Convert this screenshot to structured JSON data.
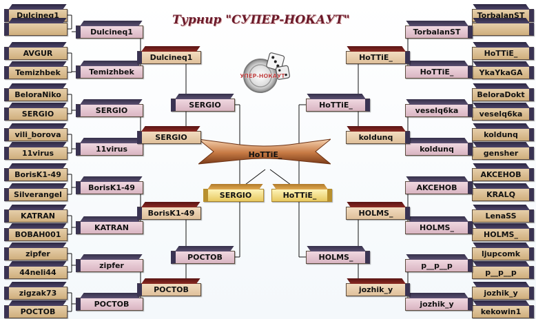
{
  "title": "Турнир \"СУПЕР-НОКАУТ\"",
  "logo_text": "СУПЕР-НОКАУТ",
  "champion": "HoTTiE_",
  "final": {
    "left": "SERGIO",
    "right": "HoTTiE_"
  },
  "left": {
    "r1": [
      "Dulcineq1",
      "",
      "AVGUR",
      "Temizhbek",
      "BeloraNiko",
      "SERGIO",
      "vili_borova",
      "11virus",
      "BorisK1-49",
      "Silverangel",
      "KATRAN",
      "BOBAH001",
      "zipfer",
      "44neli44",
      "zigzak73",
      "POCTOB"
    ],
    "r2": [
      "Dulcineq1",
      "Temizhbek",
      "SERGIO",
      "11virus",
      "BorisK1-49",
      "KATRAN",
      "zipfer",
      "POCTOB"
    ],
    "r3": [
      "Dulcineq1",
      "SERGIO",
      "BorisK1-49",
      "POCTOB"
    ],
    "r4": [
      "SERGIO",
      "POCTOB"
    ]
  },
  "right": {
    "r1": [
      "TorbalanST",
      "",
      "HoTTiE_",
      "YkaYkaGA",
      "BeloraDokt",
      "veselq6ka",
      "koldunq",
      "gensher",
      "AKCEHOB",
      "KRALQ",
      "LenaSS",
      "HOLMS_",
      "ljupcomk",
      "p__p__p",
      "jozhik_y",
      "kekowin1"
    ],
    "r2": [
      "TorbalanST",
      "HoTTiE_",
      "veselq6ka",
      "koldunq",
      "AKCEHOB",
      "HOLMS_",
      "p__p__p",
      "jozhik_y"
    ],
    "r3": [
      "HoTTiE_",
      "koldunq",
      "HOLMS_",
      "jozhik_y"
    ],
    "r4": [
      "HoTTiE_",
      "HOLMS_"
    ]
  },
  "colors": {
    "slot_tan": "#cfae7c",
    "slot_pink": "#d9b5c2",
    "slot_top_dark": "#3a3352",
    "accent_red": "#8a2a22",
    "gold": "#e8c960"
  }
}
